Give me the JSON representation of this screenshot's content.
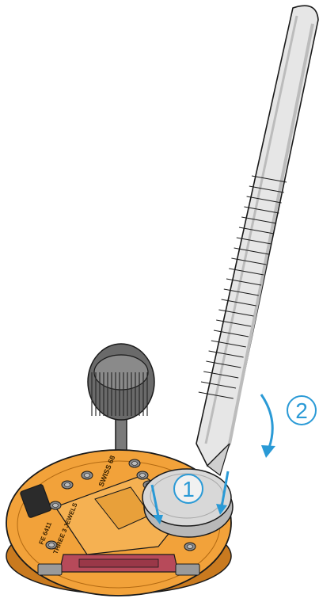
{
  "steps": {
    "step1": "1",
    "step2": "2"
  },
  "movement_markings": {
    "brand": "SWISS 68",
    "caliber": "FE 6411",
    "jewels": "THREE 3 JEWELS"
  },
  "colors": {
    "movement_orange": "#f2a23a",
    "movement_shadow": "#c97a1f",
    "tweezers": "#e6e6e6",
    "tweezers_shadow": "#bcbcbc",
    "battery": "#d8d8d8",
    "crown": "#6a6a6a",
    "arrow_blue": "#2a9ad6",
    "red_part": "#b74a5a",
    "outline": "#1a1a1a"
  },
  "icons": {
    "arrow": "curved-arrow-icon"
  }
}
